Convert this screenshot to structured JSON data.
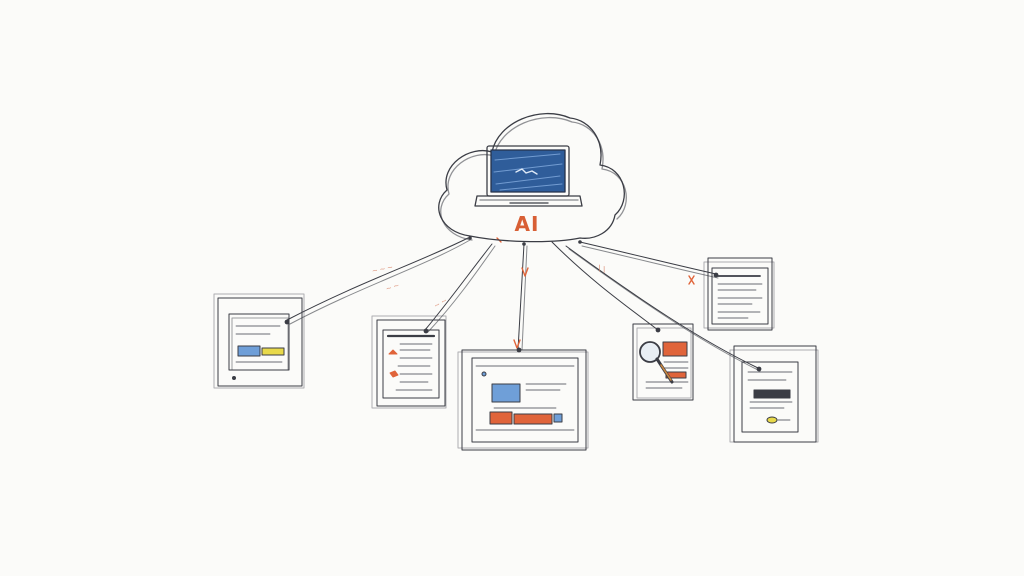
{
  "diagram": {
    "hub_label": "AI",
    "colors": {
      "ink": "#3b3d45",
      "accent": "#e0643a",
      "accent_soft": "#f2a07f",
      "blue": "#6f9fd8",
      "yellow": "#e8d94a",
      "screen": "#2f5d9a"
    },
    "connector_scribbles": [
      "~ ~ ~",
      "~ ~",
      "~ ~",
      "\\ \\"
    ],
    "nodes": [
      {
        "id": "node-left",
        "icon": "window-with-highlight"
      },
      {
        "id": "node-center-left",
        "icon": "document-with-red-marks"
      },
      {
        "id": "node-center",
        "icon": "window-with-blue-and-orange-blocks"
      },
      {
        "id": "node-center-right",
        "icon": "magnifier-over-document"
      },
      {
        "id": "node-right-top",
        "icon": "text-document"
      },
      {
        "id": "node-right-bottom",
        "icon": "window-with-dark-bar"
      }
    ]
  }
}
